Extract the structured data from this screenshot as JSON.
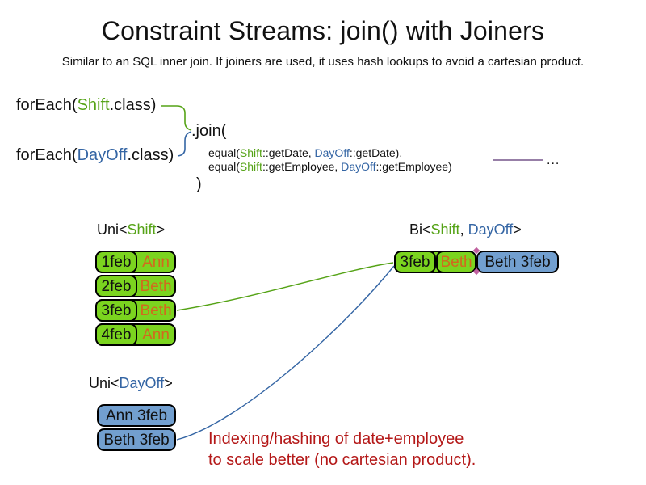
{
  "slide": {
    "title": "Constraint Streams: join() with Joiners",
    "subtitle": "Similar to an SQL inner join. If joiners are used, it uses hash lookups to avoid a cartesian product."
  },
  "code": {
    "foreach_shift": {
      "pre": "forEach(",
      "cls": "Shift",
      "post": ".class)"
    },
    "foreach_dayoff": {
      "pre": "forEach(",
      "cls": "DayOff",
      "post": ".class)"
    },
    "join_open": ".join(",
    "joiner_date": {
      "pre": "equal(",
      "shift": "Shift",
      "mid": "::getDate, ",
      "dayoff": "DayOff",
      "post": "::getDate),"
    },
    "joiner_employee": {
      "pre": "equal(",
      "shift": "Shift",
      "mid": "::getEmployee, ",
      "dayoff": "DayOff",
      "post": "::getEmployee)"
    },
    "join_close": ")",
    "ellipsis": "..."
  },
  "uni_shift": {
    "heading": {
      "pre": "Uni<",
      "name": "Shift",
      "post": ">"
    },
    "rows": [
      {
        "date": "1feb",
        "employee": "Ann"
      },
      {
        "date": "2feb",
        "employee": "Beth"
      },
      {
        "date": "3feb",
        "employee": "Beth"
      },
      {
        "date": "4feb",
        "employee": "Ann"
      }
    ]
  },
  "bi": {
    "heading": {
      "pre": "Bi<",
      "shift": "Shift",
      "sep": ", ",
      "dayoff": "DayOff",
      "post": ">"
    },
    "row": {
      "date": "3feb",
      "employee": "Beth",
      "dayoff": "Beth 3feb"
    }
  },
  "uni_dayoff": {
    "heading": {
      "pre": "Uni<",
      "name": "DayOff",
      "post": ">"
    },
    "rows": [
      {
        "label": "Ann 3feb"
      },
      {
        "label": "Beth 3feb"
      }
    ]
  },
  "annotation": {
    "line1": "Indexing/hashing of date+employee",
    "line2": "to scale better (no cartesian product)."
  },
  "colors": {
    "shift_green_fill": "#7bd41f",
    "shift_green_text": "#55a316",
    "dayoff_blue_fill": "#729fcf",
    "dayoff_blue_text": "#3465a4",
    "employee_orange_text": "#d2691e",
    "annotation_red": "#b41818",
    "continuation_purple": "#75558a",
    "glue_point_pink": "#c0609f"
  }
}
